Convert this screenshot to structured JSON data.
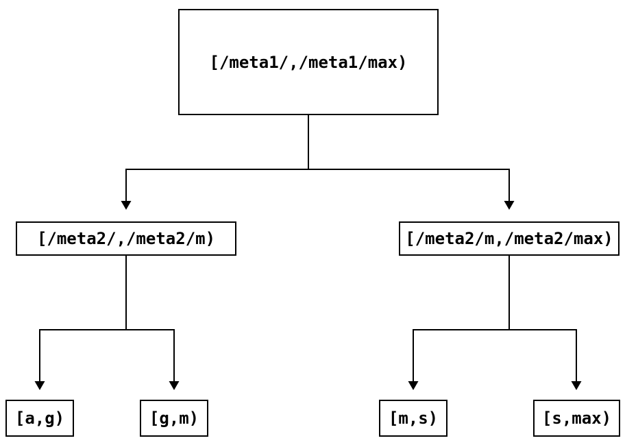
{
  "diagram": {
    "type": "tree",
    "background_color": "#ffffff",
    "line_color": "#000000",
    "text_color": "#000000",
    "nodes": {
      "root": {
        "label": "[/meta1/,/meta1/max)"
      },
      "left": {
        "label": "[/meta2/,/meta2/m)"
      },
      "right": {
        "label": "[/meta2/m,/meta2/max)"
      },
      "leaf_ag": {
        "label": "[a,g)"
      },
      "leaf_gm": {
        "label": "[g,m)"
      },
      "leaf_ms": {
        "label": "[m,s)"
      },
      "leaf_smax": {
        "label": "[s,max)"
      }
    },
    "edges": [
      {
        "from": "root",
        "to": "left"
      },
      {
        "from": "root",
        "to": "right"
      },
      {
        "from": "left",
        "to": "leaf_ag"
      },
      {
        "from": "left",
        "to": "leaf_gm"
      },
      {
        "from": "right",
        "to": "leaf_ms"
      },
      {
        "from": "right",
        "to": "leaf_smax"
      }
    ]
  }
}
